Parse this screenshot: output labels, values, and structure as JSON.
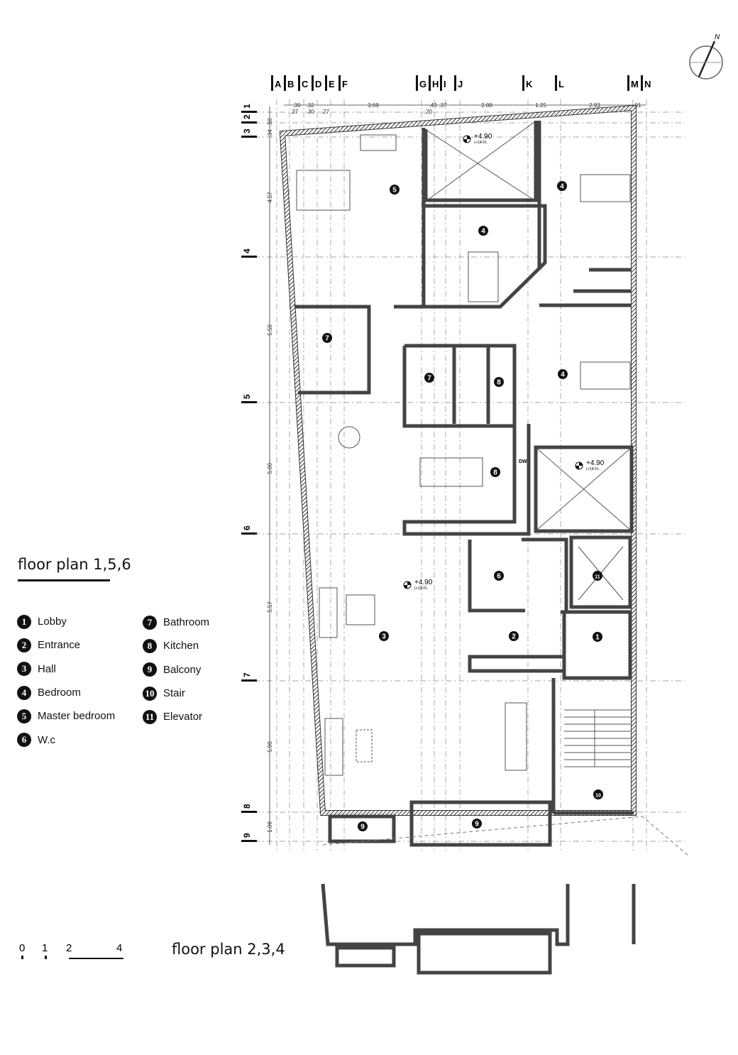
{
  "titles": {
    "main": "floor plan 1,5,6",
    "secondary": "floor plan 2,3,4"
  },
  "legend": [
    {
      "num": "1",
      "label": "Lobby"
    },
    {
      "num": "2",
      "label": "Entrance"
    },
    {
      "num": "3",
      "label": "Hall"
    },
    {
      "num": "4",
      "label": "Bedroom"
    },
    {
      "num": "5",
      "label": "Master bedroom"
    },
    {
      "num": "6",
      "label": "W.c"
    },
    {
      "num": "7",
      "label": "Bathroom"
    },
    {
      "num": "8",
      "label": "Kitchen"
    },
    {
      "num": "9",
      "label": "Balcony"
    },
    {
      "num": "10",
      "label": "Stair"
    },
    {
      "num": "11",
      "label": "Elevator"
    }
  ],
  "scale_bar": [
    "0",
    "1",
    "2",
    "4"
  ],
  "grid_columns": [
    "A",
    "B",
    "C",
    "D",
    "E",
    "F",
    "G",
    "H",
    "I",
    "J",
    "K",
    "L",
    "M",
    "N"
  ],
  "grid_rows": [
    "1",
    "2",
    "3",
    "4",
    "5",
    "6",
    "7",
    "8",
    "9"
  ],
  "top_dimensions_upper": [
    ".30",
    ".32",
    "3.69",
    ".43",
    ".37",
    "2.88",
    "1.25",
    "2.93",
    ".01"
  ],
  "top_dimensions_lower": [
    ".27",
    ".30",
    ".27",
    ".20"
  ],
  "left_dimensions": [
    ".50",
    ".34",
    "4.57",
    "5.50",
    "5.00",
    "5.57",
    "5.00",
    "1.09"
  ],
  "rooms": [
    "5",
    "4",
    "4",
    "7",
    "7",
    "8",
    "4",
    "8",
    "6",
    "11",
    "3",
    "2",
    "1",
    "10",
    "9",
    "9"
  ],
  "level_marks": [
    {
      "value": "+4.90",
      "ref": "(+1)F.FL"
    },
    {
      "value": "+4.90",
      "ref": "(+1)F.FL"
    },
    {
      "value": "+4.90",
      "ref": "(+1)F.FL"
    }
  ],
  "appliance_label": "DW",
  "north_label": "N"
}
